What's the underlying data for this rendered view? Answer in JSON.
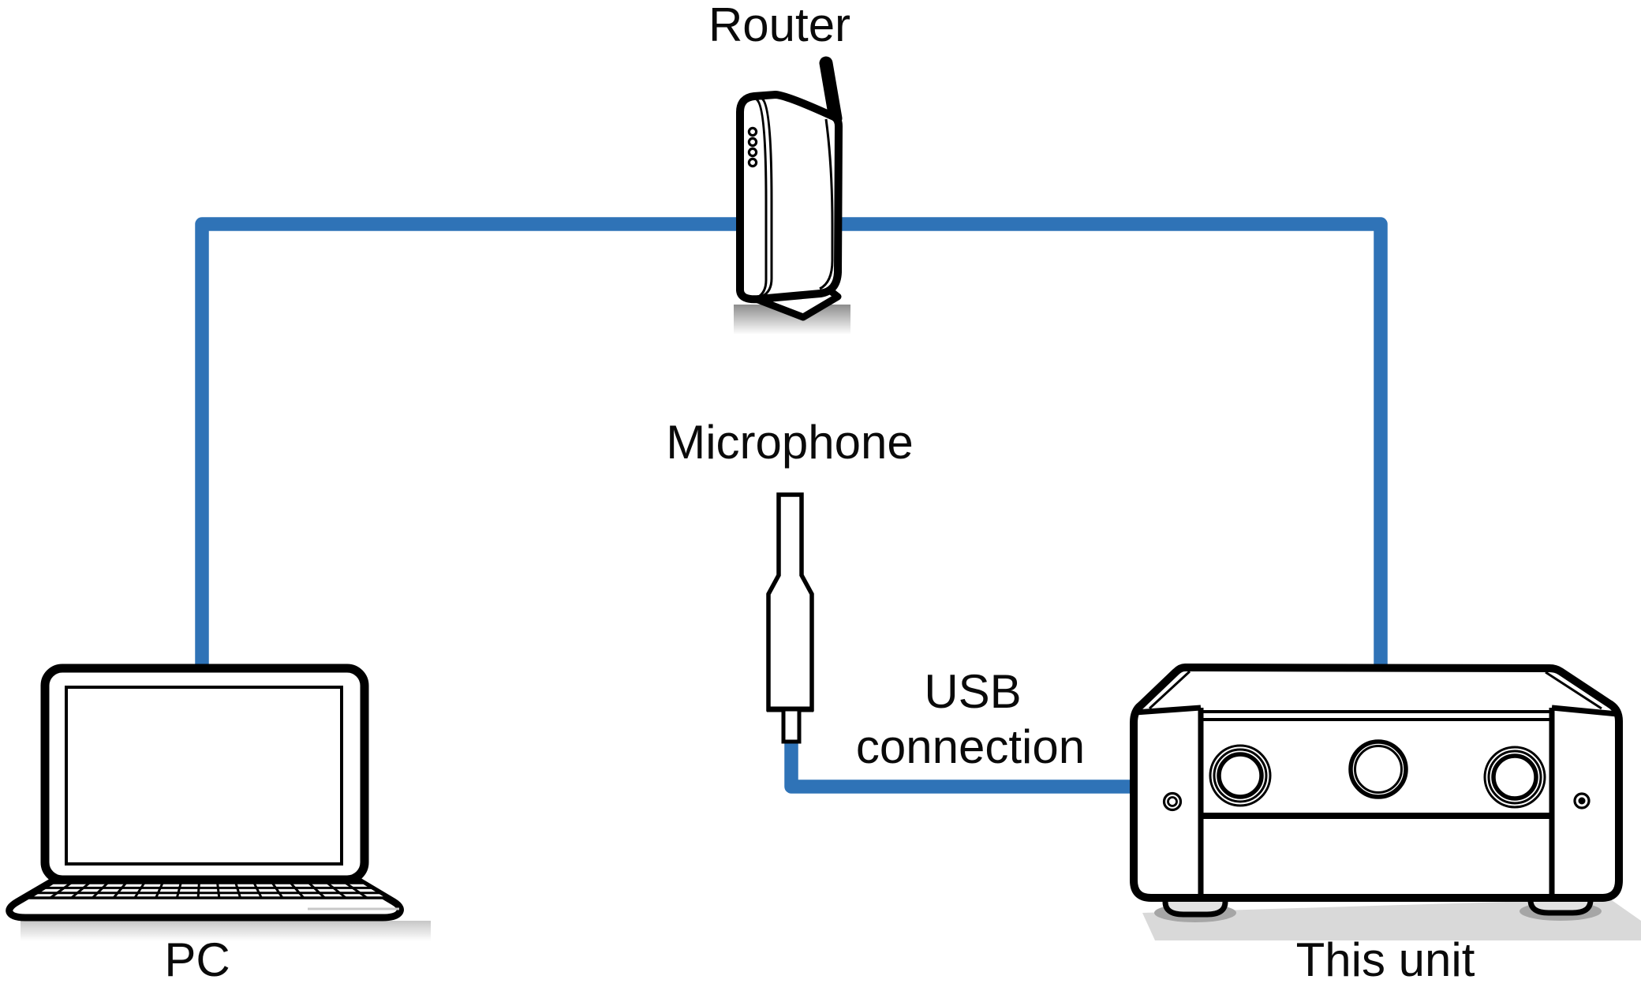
{
  "diagram": {
    "labels": {
      "router": "Router",
      "microphone": "Microphone",
      "usb_line1": "USB",
      "usb_line2": "connection",
      "pc": "PC",
      "unit": "This unit"
    },
    "colors": {
      "cable_blue": "#2F73B7",
      "outline_black": "#000000",
      "shadow_gray": "#D9D9D9",
      "background": "#FFFFFF"
    },
    "connections": [
      {
        "from": "PC",
        "to": "Router"
      },
      {
        "from": "Router",
        "to": "This unit"
      },
      {
        "from": "Microphone",
        "to": "This unit",
        "label": "USB connection"
      }
    ]
  }
}
